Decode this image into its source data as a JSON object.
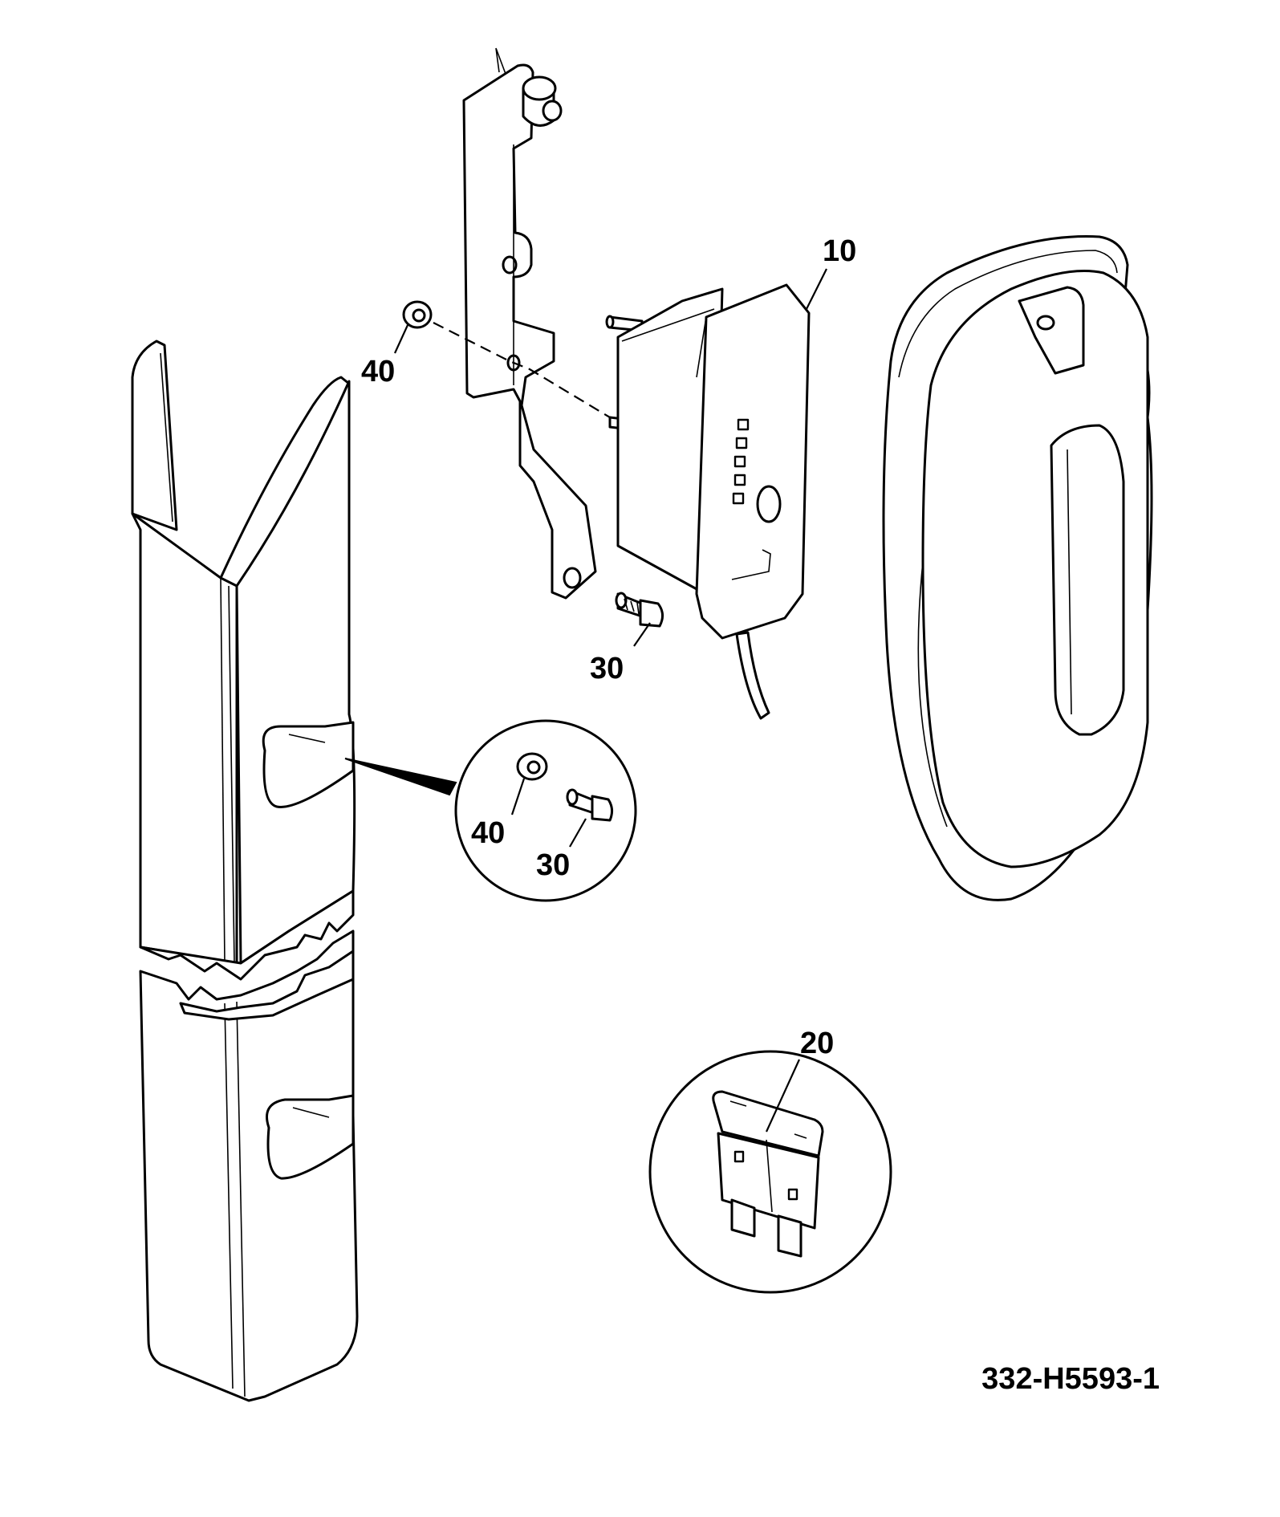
{
  "figure": {
    "id": "332-H5593-1"
  },
  "callouts": {
    "c10": "10",
    "c20": "20",
    "c30a": "30",
    "c30b": "30",
    "c40a": "40",
    "c40b": "40"
  },
  "parts": {
    "mast": "mast-section",
    "bracket": "mounting-bracket",
    "module": "alarm-module",
    "cover": "handle-cover",
    "fuse": "blade-fuse",
    "washer": "washer",
    "bolt": "bolt"
  },
  "colors": {
    "line": "#000000",
    "fill": "#ffffff"
  }
}
